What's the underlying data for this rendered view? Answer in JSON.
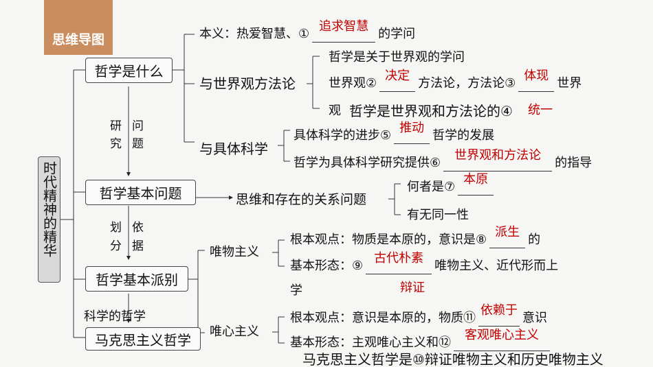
{
  "title_tag": "思维导图",
  "root": "时代精神的精华",
  "nodes": {
    "what": "哲学是什么",
    "basic_question": "哲学基本问题",
    "schools": "哲学基本派别",
    "marxism": "马克思主义哲学"
  },
  "arrow_labels": {
    "study_1": "研",
    "study_2": "究",
    "problem_1": "问",
    "problem_2": "题",
    "divide_1": "划",
    "divide_2": "分",
    "basis_1": "依",
    "basis_2": "据",
    "scientific": "科学的哲学"
  },
  "what": {
    "meaning_pre": "本义：热爱智慧、①",
    "meaning_ans": "追求智慧",
    "meaning_post": "的学问",
    "worldview_label": "与世界观方法论",
    "wv_1": "哲学是关于世界观的学问",
    "wv_2_pre": "世界观②",
    "wv_2_ans": "决定",
    "wv_2_mid": "方法论，方法论③",
    "wv_2_ans2": "体现",
    "wv_2_post": "世界",
    "wv_3": "观",
    "wv_overlay": "哲学是世界观和方法论的④",
    "wv_overlay_ans": "统一",
    "science_label": "与具体科学",
    "sci_1_pre": "具体科学的进步⑤",
    "sci_1_ans": "推动",
    "sci_1_post": "哲学的发展",
    "sci_2_pre": "哲学为具体科学研究提供⑥",
    "sci_2_ans": "世界观和方法论",
    "sci_2_post": "的指导"
  },
  "question": {
    "main": "思维和存在的关系问题",
    "q1_pre": "何者是⑦",
    "q1_ans": "本原",
    "q2": "有无同一性"
  },
  "schools": {
    "materialism": "唯物主义",
    "mat_1_pre": "根本观点：物质是本原的，意识是⑧",
    "mat_1_ans": "派生",
    "mat_1_post": "的",
    "mat_2_pre": "基本形态：⑨",
    "mat_2_ans": "古代朴素",
    "mat_2_post": "唯物主义、近代形而上",
    "mat_3": "学",
    "mat_3_ans": "辩证",
    "idealism": "唯心主义",
    "ide_1": "根本观点：意识是本原的，物质⑪",
    "ide_1_ans": "依赖于",
    "ide_1_post": "意识",
    "ide_overlay": "马克思主义哲学是⑩辩证唯物主义和历史唯物主义",
    "ide_2_pre": "基本形态：主观唯心主义和⑫",
    "ide_2_ans": "客观唯心主义"
  },
  "colors": {
    "accent": "#c98d5f",
    "answer": "#c00000",
    "root_bg": "#d9d9d9"
  }
}
